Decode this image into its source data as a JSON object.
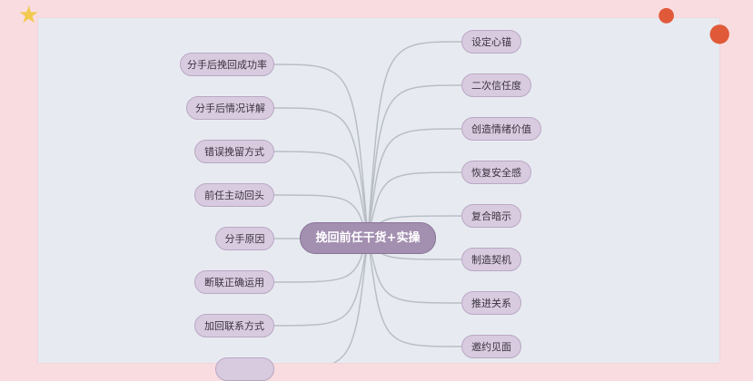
{
  "center": {
    "label": "挽回前任干货+实操"
  },
  "left": [
    {
      "label": "分手后挽回成功率"
    },
    {
      "label": "分手后情况详解"
    },
    {
      "label": "错误挽留方式"
    },
    {
      "label": "前任主动回头"
    },
    {
      "label": "分手原因"
    },
    {
      "label": "断联正确运用"
    },
    {
      "label": "加回联系方式"
    },
    {
      "label": ""
    }
  ],
  "right": [
    {
      "label": "设定心锚"
    },
    {
      "label": "二次信任度"
    },
    {
      "label": "创造情绪价值"
    },
    {
      "label": "恢复安全感"
    },
    {
      "label": "复合暗示"
    },
    {
      "label": "制造契机"
    },
    {
      "label": "推进关系"
    },
    {
      "label": "邀约见面"
    }
  ],
  "colors": {
    "line": "#b9bec6",
    "node_fill": "#d9cbdf",
    "center_fill": "#a38fb0"
  },
  "decorations": {
    "left_icon": "star-icon",
    "right_icon": "apple-icon"
  }
}
